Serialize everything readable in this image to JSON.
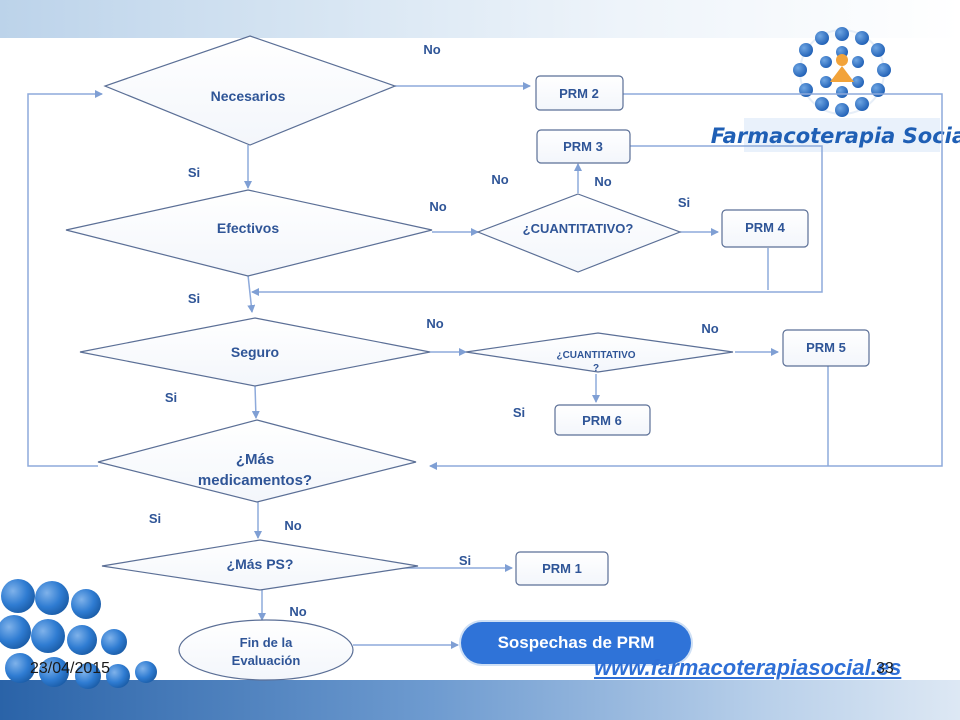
{
  "decisions": {
    "necesarios": "Necesarios",
    "efectivos": "Efectivos",
    "seguro": "Seguro",
    "mas_medicamentos_1": "¿Más",
    "mas_medicamentos_2": "medicamentos?",
    "mas_ps": "¿Más PS?",
    "cuantitativo_1": "¿CUANTITATIVO?",
    "cuantitativo_2a": "¿CUANTITATIVO",
    "cuantitativo_2b": "?"
  },
  "boxes": {
    "prm1": "PRM 1",
    "prm2": "PRM 2",
    "prm3": "PRM 3",
    "prm4": "PRM 4",
    "prm5": "PRM 5",
    "prm6": "PRM 6"
  },
  "end": {
    "line1": "Fin de la",
    "line2": "Evaluación"
  },
  "edges": {
    "no": "No",
    "si": "Si"
  },
  "footer": {
    "date": "23/04/2015",
    "page": "33",
    "url": "www.farmacoterapiasocial.es",
    "badge": "Sospechas de PRM"
  },
  "logo": {
    "text": "Farmacoterapia Social"
  },
  "colors": {
    "label": "#2f5597",
    "line": "#8eaadb",
    "badge": "#2f73d8",
    "url": "#2e6fd6",
    "logo_blue": "#1f5fb5",
    "logo_orange": "#f2a33a"
  }
}
